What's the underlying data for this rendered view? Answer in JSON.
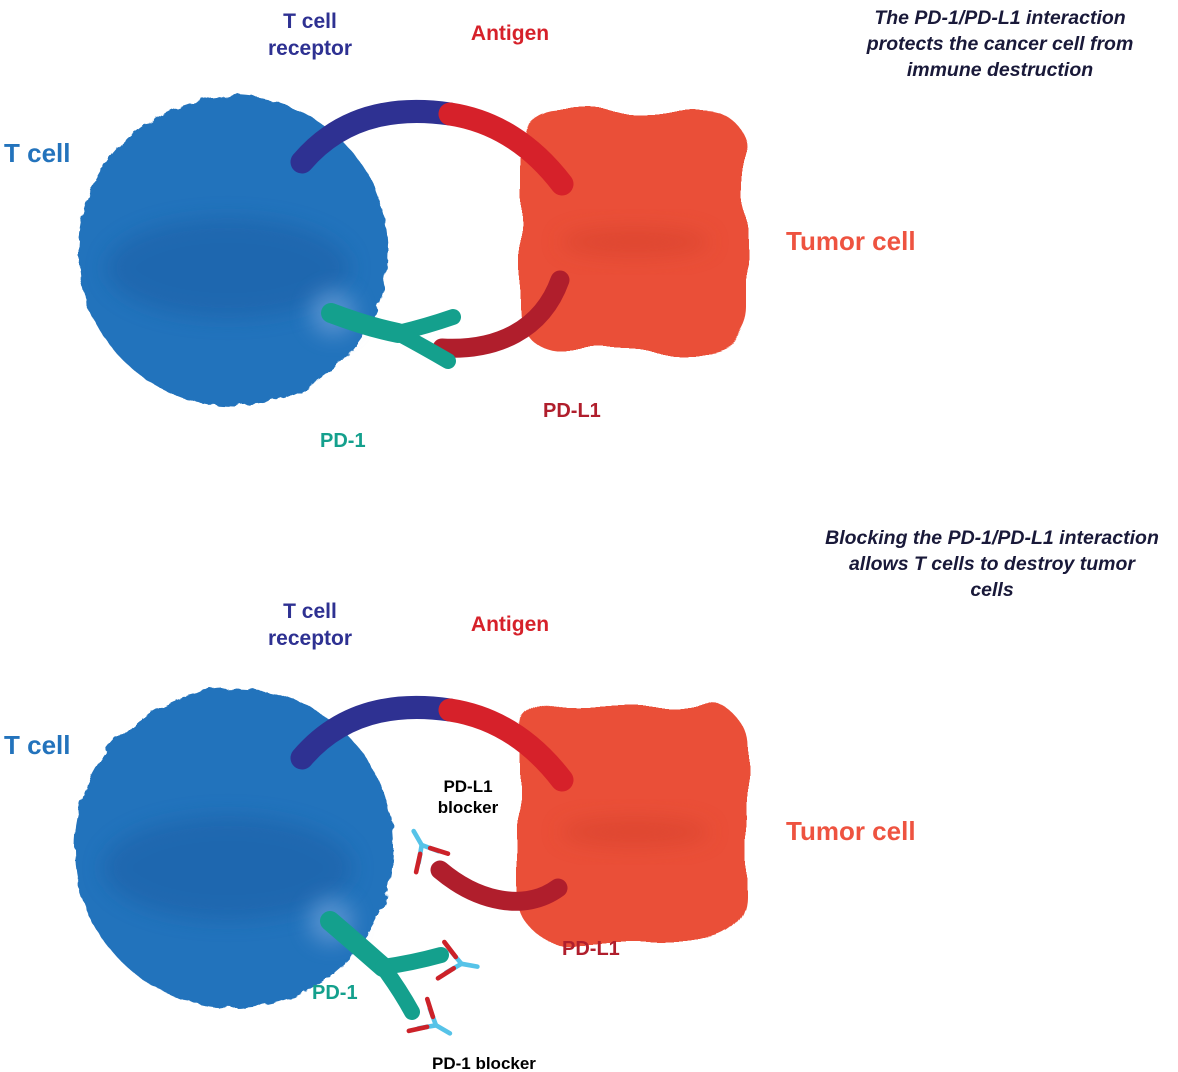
{
  "colors": {
    "t_cell_fill": "#2373bc",
    "tumor_cell_fill": "#ea4f38",
    "tcr_arm": "#2e3192",
    "antigen_arm": "#d6212a",
    "pd1_receptor": "#14a08d",
    "pdl1_ligand": "#b01e2c",
    "blocker_blue": "#56c3e8",
    "blocker_red": "#cc2229",
    "headline_text": "#191939",
    "blocker_label_text": "#000000"
  },
  "panel_top": {
    "headline_lines": {
      "0": "The PD-1/PD-L1 interaction",
      "1": "protects the cancer cell from",
      "2": "immune destruction"
    },
    "t_cell_label": "T cell",
    "tcr_label_line1": "T cell",
    "tcr_label_line2": "receptor",
    "antigen_label": "Antigen",
    "tumor_cell_label": "Tumor cell",
    "pdl1_label": "PD-L1",
    "pd1_label": "PD-1"
  },
  "panel_bottom": {
    "headline_lines": {
      "0": "Blocking the PD-1/PD-L1 interaction",
      "1": "allows T cells to destroy tumor",
      "2": "cells"
    },
    "t_cell_label": "T cell",
    "tcr_label_line1": "T cell",
    "tcr_label_line2": "receptor",
    "antigen_label": "Antigen",
    "tumor_cell_label": "Tumor cell",
    "pdl1_blocker_line1": "PD-L1",
    "pdl1_blocker_line2": "blocker",
    "pdl1_label": "PD-L1",
    "pd1_label": "PD-1",
    "pd1_blocker_label": "PD-1 blocker"
  }
}
